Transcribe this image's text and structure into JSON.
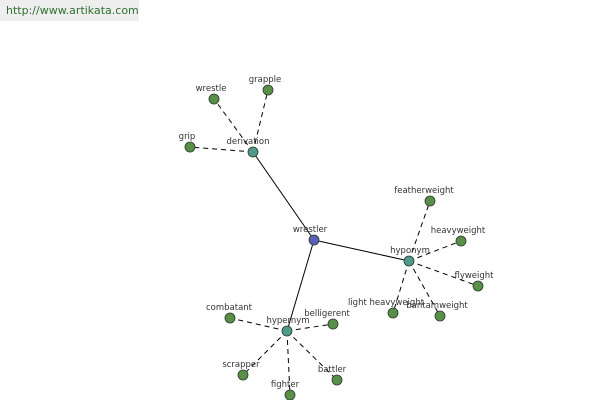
{
  "banner": {
    "url": "http://www.artikata.com"
  },
  "colors": {
    "root": "#5b5fb5",
    "relation": "#4f9a8a",
    "leaf": "#5a8f4a",
    "edge": "#000000",
    "node_stroke": "#2a3a2a"
  },
  "graph": {
    "root": {
      "id": "wrestler",
      "label": "wrestler"
    },
    "relations": [
      {
        "id": "derivation",
        "label": "derivation",
        "leaves": [
          "grip",
          "wrestle",
          "grapple"
        ]
      },
      {
        "id": "hyponym",
        "label": "hyponym",
        "leaves": [
          "featherweight",
          "heavyweight",
          "flyweight",
          "bantamweight",
          "light heavyweight"
        ]
      },
      {
        "id": "hypernym",
        "label": "hypernym",
        "leaves": [
          "combatant",
          "belligerent",
          "battler",
          "fighter",
          "scrapper"
        ]
      }
    ]
  }
}
